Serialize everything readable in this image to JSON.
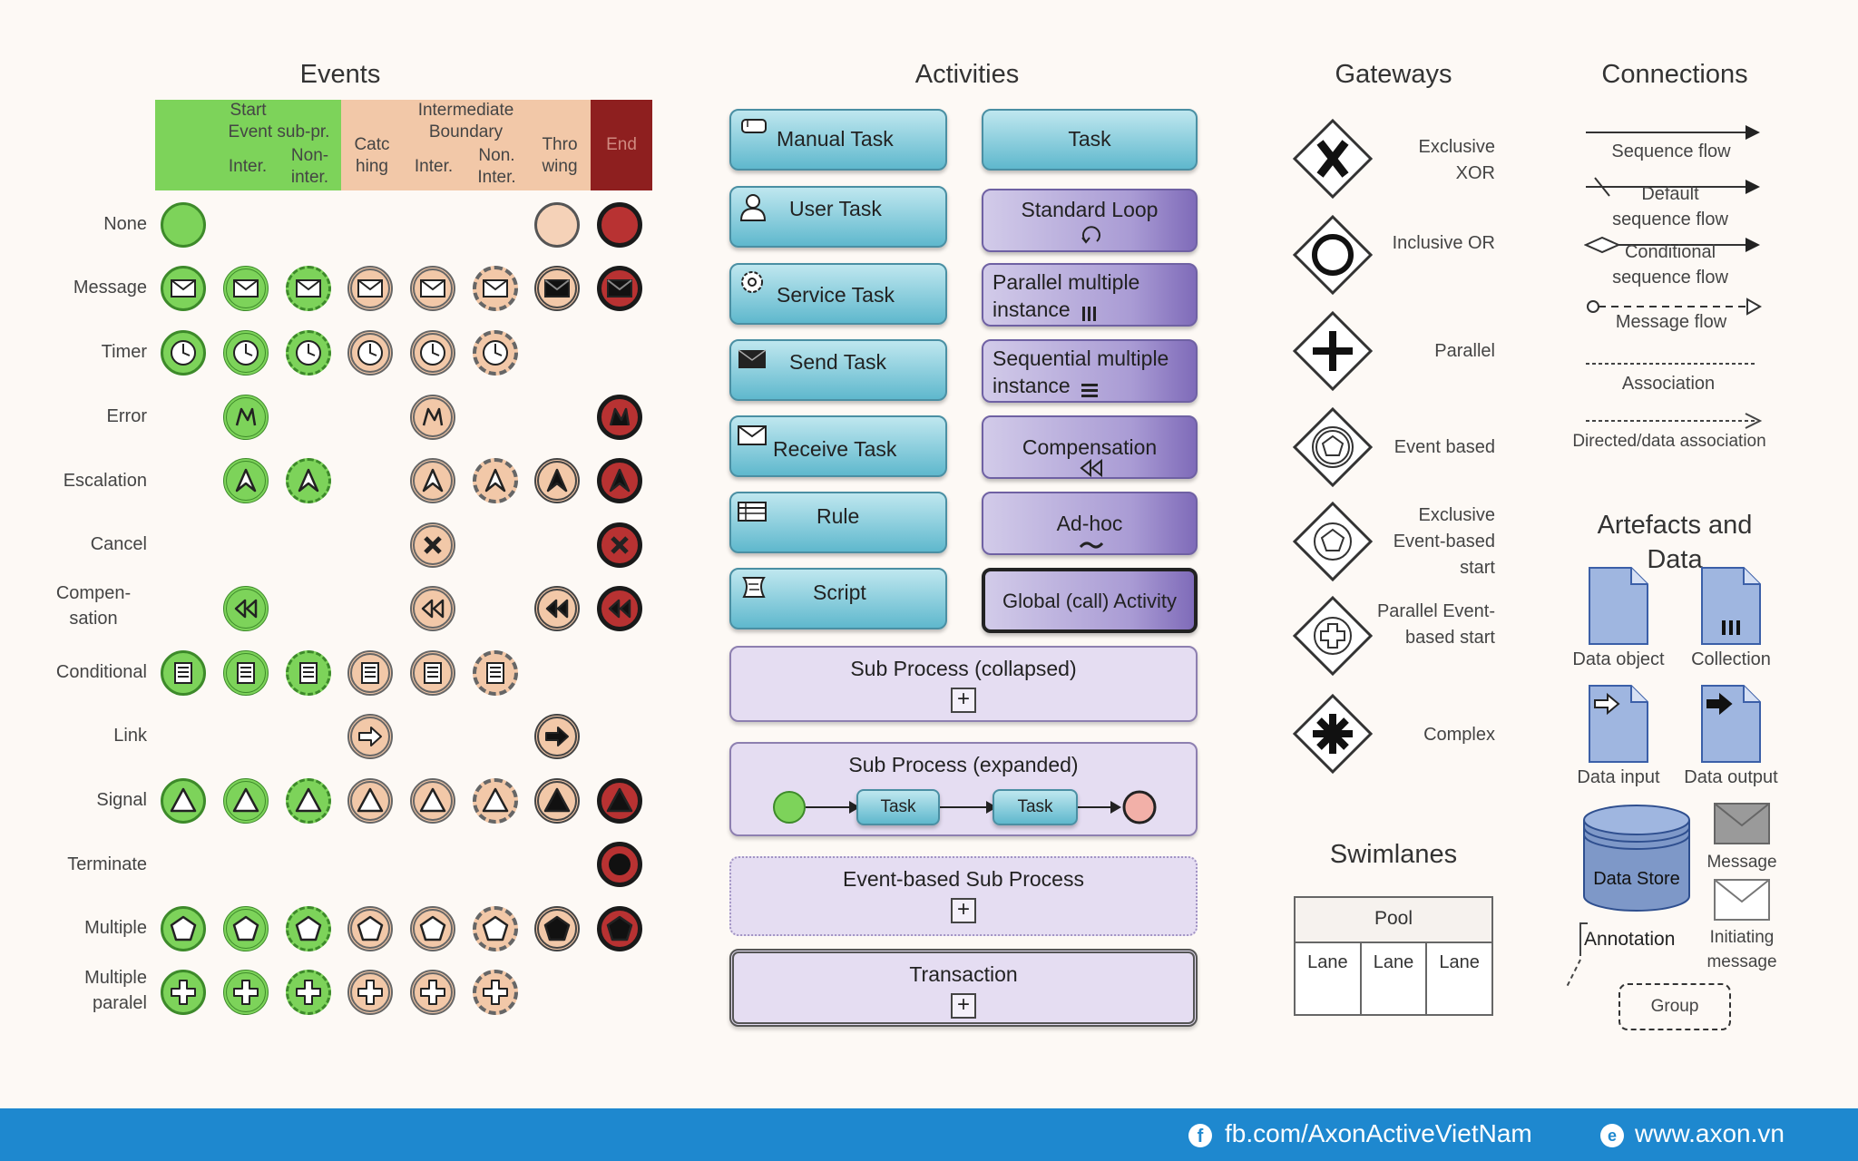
{
  "headings": {
    "events": "Events",
    "activities": "Activities",
    "gateways": "Gateways",
    "connections": "Connections",
    "artefacts": "Artefacts and Data",
    "swimlanes": "Swimlanes"
  },
  "event_header": {
    "start": "Start",
    "event_subpr": "Event sub-pr.",
    "inter1": "Inter.",
    "noninter1": "Non-inter.",
    "intermediate": "Intermediate",
    "catching": "Catc hing",
    "boundary": "Boundary",
    "inter2": "Inter.",
    "noninter2": "Non. Inter.",
    "throwing": "Thro wing",
    "end": "End"
  },
  "event_rows": [
    "None",
    "Message",
    "Timer",
    "Error",
    "Escalation",
    "Cancel",
    "Compen-sation",
    "Conditional",
    "Link",
    "Signal",
    "Terminate",
    "Multiple",
    "Multiple paralel"
  ],
  "activities": {
    "manual_task": "Manual Task",
    "task": "Task",
    "user_task": "User Task",
    "standard_loop": "Standard Loop",
    "service_task": "Service Task",
    "parallel_mi": "Parallel multiple instance",
    "send_task": "Send Task",
    "sequential_mi": "Sequential multiple instance",
    "receive_task": "Receive Task",
    "compensation": "Compensation",
    "rule": "Rule",
    "adhoc": "Ad-hoc",
    "script": "Script",
    "global_call": "Global (call) Activity",
    "subprocess_collapsed": "Sub Process (collapsed)",
    "subprocess_expanded": "Sub Process (expanded)",
    "sp_task1": "Task",
    "sp_task2": "Task",
    "event_subprocess": "Event-based Sub Process",
    "transaction": "Transaction"
  },
  "gateways": {
    "exclusive": "Exclusive XOR",
    "inclusive": "Inclusive OR",
    "parallel": "Parallel",
    "event_based": "Event based",
    "exclusive_event": "Exclusive Event-based start",
    "parallel_event": "Parallel Event-based start",
    "complex": "Complex"
  },
  "swimlanes": {
    "pool": "Pool",
    "lane1": "Lane",
    "lane2": "Lane",
    "lane3": "Lane"
  },
  "connections": {
    "sequence": "Sequence flow",
    "default": "Default sequence flow",
    "conditional": "Conditional sequence flow",
    "message": "Message flow",
    "association": "Association",
    "directed": "Directed/data association"
  },
  "artefacts": {
    "data_object": "Data object",
    "collection": "Collection",
    "data_input": "Data input",
    "data_output": "Data output",
    "data_store": "Data Store",
    "message": "Message",
    "initiating": "Initiating message",
    "annotation": "Annotation",
    "group": "Group"
  },
  "footer": {
    "facebook": "fb.com/AxonActiveVietNam",
    "website": "www.axon.vn"
  },
  "colors": {
    "start": "#7dd35a",
    "intermediate": "#f2c8a8",
    "end": "#8e1f1f",
    "footer": "#1e88cf"
  }
}
